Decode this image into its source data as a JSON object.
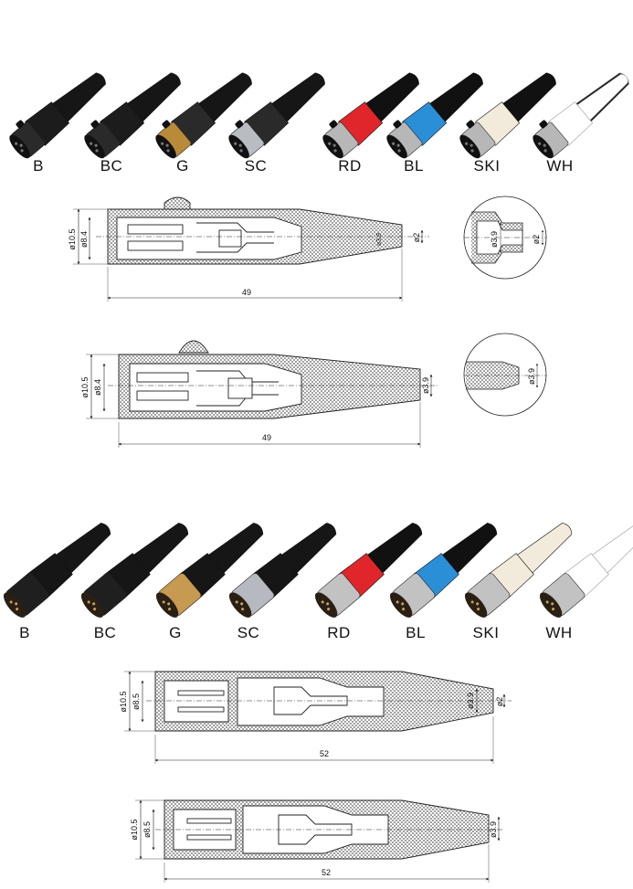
{
  "female_variants": [
    {
      "code": "B",
      "body": "#161616",
      "shell": "#2a2a2a",
      "ring": "#1c1c1c"
    },
    {
      "code": "BC",
      "body": "#161616",
      "shell": "#2a2a2a",
      "ring": "#1c1c1c"
    },
    {
      "code": "G",
      "body": "#161616",
      "shell": "#b88a3a",
      "ring": "#2a2a2a"
    },
    {
      "code": "SC",
      "body": "#161616",
      "shell": "#b9bcc2",
      "ring": "#2a2a2a"
    },
    {
      "code": "RD",
      "body": "#e0262a",
      "shell": "#b7b7b7",
      "ring": "#e0262a"
    },
    {
      "code": "BL",
      "body": "#2b8fd8",
      "shell": "#b7b7b7",
      "ring": "#2b8fd8"
    },
    {
      "code": "SKI",
      "body": "#f2ebdc",
      "shell": "#b7b7b7",
      "ring": "#f2ebdc"
    },
    {
      "code": "WH",
      "body": "#ffffff",
      "shell": "#b7b7b7",
      "ring": "#ffffff"
    }
  ],
  "male_variants": [
    {
      "code": "B",
      "body": "#161616",
      "shell": "#1f1f1f"
    },
    {
      "code": "BC",
      "body": "#161616",
      "shell": "#1f1f1f"
    },
    {
      "code": "G",
      "body": "#161616",
      "shell": "#c79a52"
    },
    {
      "code": "SC",
      "body": "#161616",
      "shell": "#b6b9bf"
    },
    {
      "code": "RD",
      "body": "#e0262a",
      "shell": "#c2c2c2"
    },
    {
      "code": "BL",
      "body": "#2b8fd8",
      "shell": "#c2c2c2"
    },
    {
      "code": "SKI",
      "body": "#f2ebdc",
      "shell": "#c2c2c2"
    },
    {
      "code": "WH",
      "body": "#ffffff",
      "shell": "#c2c2c2"
    }
  ],
  "drawings": {
    "female_a": {
      "dia_outer": "ø10.5",
      "dia_inner": "ø8.4",
      "dia_cable": "ø3.9",
      "dia_tip": "ø2",
      "length": "49",
      "detail_a": "ø3.9",
      "detail_b": "ø2"
    },
    "female_b": {
      "dia_outer": "ø10.5",
      "dia_inner": "ø8.4",
      "dia_cable": "ø3.9",
      "length": "49",
      "detail_a": "ø3.9"
    },
    "male_a": {
      "dia_outer": "ø10.5",
      "dia_inner": "ø8.5",
      "dia_cable": "ø3.9",
      "dia_tip": "ø2",
      "length": "52"
    },
    "male_b": {
      "dia_outer": "ø10.5",
      "dia_inner": "ø8.5",
      "dia_cable": "ø3.9",
      "length": "52"
    }
  },
  "colors": {
    "line": "#222222",
    "hatch": "#444444",
    "paper": "#ffffff"
  }
}
